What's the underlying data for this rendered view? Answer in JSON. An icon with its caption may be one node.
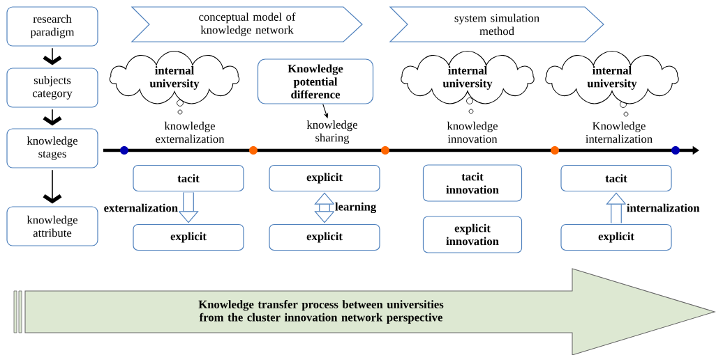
{
  "diagram": {
    "nodes": [
      {
        "text": [
          "research paradigm"
        ]
      },
      {
        "text": [
          "subjects category"
        ]
      },
      {
        "text": [
          "knowledge stages"
        ]
      },
      {
        "text": [
          "knowledge attribute"
        ]
      },
      {
        "text": [
          "conceptual model of knowledge network"
        ]
      },
      {
        "text": [
          "system simulation method"
        ]
      },
      {
        "text": [
          "internal university"
        ]
      },
      {
        "text": [
          "Knowledge potential difference"
        ]
      },
      {
        "text": [
          "internal university"
        ]
      },
      {
        "text": [
          "internal university"
        ]
      },
      {
        "text": [
          "knowledge externalization"
        ]
      },
      {
        "text": [
          "knowledge sharing"
        ]
      },
      {
        "text": [
          "knowledge innovation"
        ]
      },
      {
        "text": [
          "Knowledge internalization"
        ]
      },
      {
        "text": [
          "tacit"
        ]
      },
      {
        "text": [
          "explicit"
        ]
      },
      {
        "text": [
          "explicit"
        ]
      },
      {
        "text": [
          "explicit"
        ]
      },
      {
        "text": [
          "tacit innovation"
        ]
      },
      {
        "text": [
          "explicit innovation"
        ]
      },
      {
        "text": [
          "tacit"
        ]
      },
      {
        "text": [
          "explicit"
        ]
      },
      {
        "text": [
          "Knowledge transfer process between universities from the cluster innovation network perspective"
        ]
      }
    ],
    "edges": [
      {
        "from": 0,
        "to": 1,
        "arrow": "to"
      },
      {
        "from": 1,
        "to": 2,
        "arrow": "to"
      },
      {
        "from": 2,
        "to": 3,
        "arrow": "to"
      },
      {
        "from": 7,
        "to": 11,
        "arrow": "to"
      },
      {
        "from": 14,
        "to": 15,
        "arrow": "to",
        "label": "externalization",
        "style": "thick",
        "color": "#4f81bd"
      },
      {
        "from": 16,
        "to": 17,
        "arrow": "both",
        "label": "learning",
        "style": "thick",
        "color": "#4f81bd"
      },
      {
        "from": 21,
        "to": 20,
        "arrow": "to",
        "label": "internalization",
        "style": "thick",
        "color": "#4f81bd"
      }
    ]
  }
}
